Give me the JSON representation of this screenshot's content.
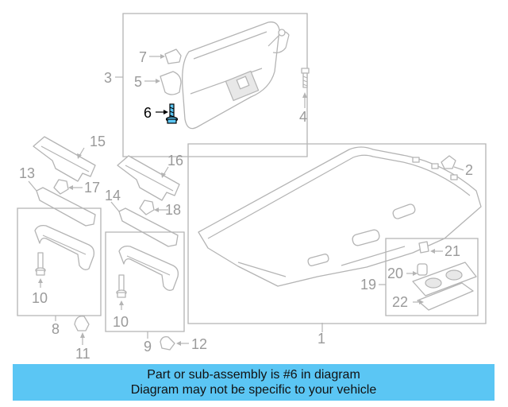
{
  "diagram": {
    "labels": {
      "c1": "1",
      "c2": "2",
      "c3": "3",
      "c4": "4",
      "c5": "5",
      "c6": "6",
      "c7": "7",
      "c8": "8",
      "c9": "9",
      "c10a": "10",
      "c10b": "10",
      "c11": "11",
      "c12": "12",
      "c13": "13",
      "c14": "14",
      "c15": "15",
      "c16": "16",
      "c17": "17",
      "c18": "18",
      "c19": "19",
      "c20": "20",
      "c21": "21",
      "c22": "22"
    },
    "highlighted_part": "6",
    "highlight_color": "#5bc6f4",
    "line_color": "#b4b4b4"
  },
  "banner": {
    "line1": "Part or sub-assembly is #6 in diagram",
    "line2": "Diagram may not be specific to your vehicle",
    "background": "#5bc6f4"
  }
}
